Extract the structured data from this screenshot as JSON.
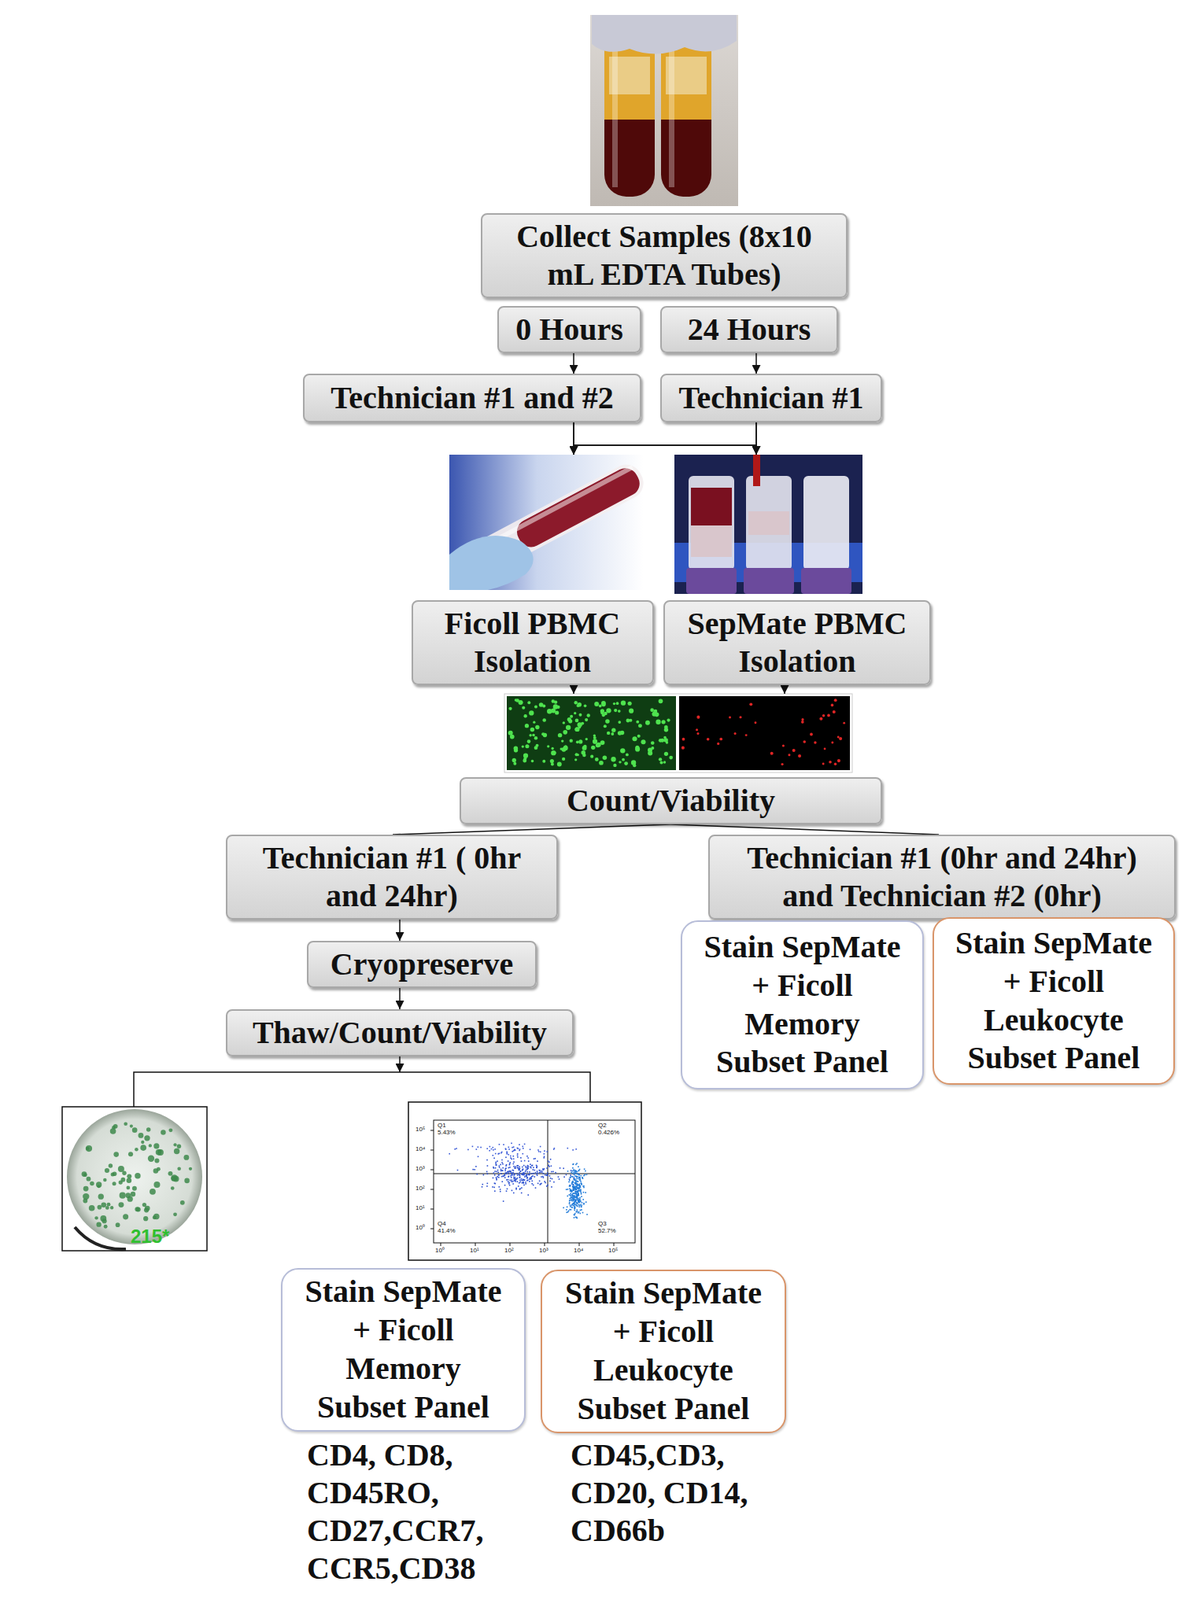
{
  "diagram": {
    "nodes": [
      {
        "text": [
          "Collect Samples (8x10 mL EDTA Tubes)"
        ]
      },
      {
        "text": [
          "0 Hours"
        ]
      },
      {
        "text": [
          "24 Hours"
        ]
      },
      {
        "text": [
          "Technician #1 and #2"
        ]
      },
      {
        "text": [
          "Technician #1"
        ]
      },
      {
        "text": [
          "Ficoll PBMC Isolation"
        ]
      },
      {
        "text": [
          "SepMate PBMC Isolation"
        ]
      },
      {
        "text": [
          "Count/Viability"
        ]
      },
      {
        "text": [
          "Technician #1 ( 0hr and 24hr)"
        ]
      },
      {
        "text": [
          "Technician #1 (0hr and 24hr) and Technician #2 (0hr)"
        ]
      },
      {
        "text": [
          "Stain SepMate + Ficoll Memory Subset Panel"
        ]
      },
      {
        "text": [
          "Stain SepMate + Ficoll Leukocyte Subset Panel"
        ]
      },
      {
        "text": [
          "Cryopreserve"
        ]
      },
      {
        "text": [
          "Thaw/Count/Viability"
        ]
      },
      {
        "text": [
          "Stain SepMate + Ficoll Memory Subset Panel"
        ]
      },
      {
        "text": [
          "Stain SepMate + Ficoll Leukocyte Subset Panel"
        ]
      }
    ],
    "edges": [
      {
        "from": 1,
        "to": 3,
        "arrow": "to"
      },
      {
        "from": 2,
        "to": 4,
        "arrow": "to"
      },
      {
        "from": 3,
        "to": 5,
        "arrow": "to"
      },
      {
        "from": 3,
        "to": 6,
        "arrow": "to"
      },
      {
        "from": 4,
        "to": 5,
        "arrow": "to"
      },
      {
        "from": 4,
        "to": 6,
        "arrow": "to"
      },
      {
        "from": 5,
        "to": 7,
        "arrow": "to"
      },
      {
        "from": 6,
        "to": 7,
        "arrow": "to"
      },
      {
        "from": 7,
        "to": 8,
        "arrow": "none"
      },
      {
        "from": 7,
        "to": 9,
        "arrow": "none"
      },
      {
        "from": 8,
        "to": 12,
        "arrow": "to"
      },
      {
        "from": 12,
        "to": 13,
        "arrow": "to"
      }
    ],
    "labels": [
      "215*",
      "Q1 5.43%",
      "Q2 0.426%",
      "Q4 41.4%",
      "Q3 52.7%",
      "10⁵",
      "10⁴",
      "10³",
      "10²",
      "10¹",
      "10⁰",
      "10⁰",
      "10¹",
      "10²",
      "10³",
      "10⁴",
      "10⁵",
      "CD4, CD8, CD45RO, CD27,CCR7, CCR5,CD38",
      "CD45,CD3, CD20, CD14, CD66b"
    ]
  }
}
